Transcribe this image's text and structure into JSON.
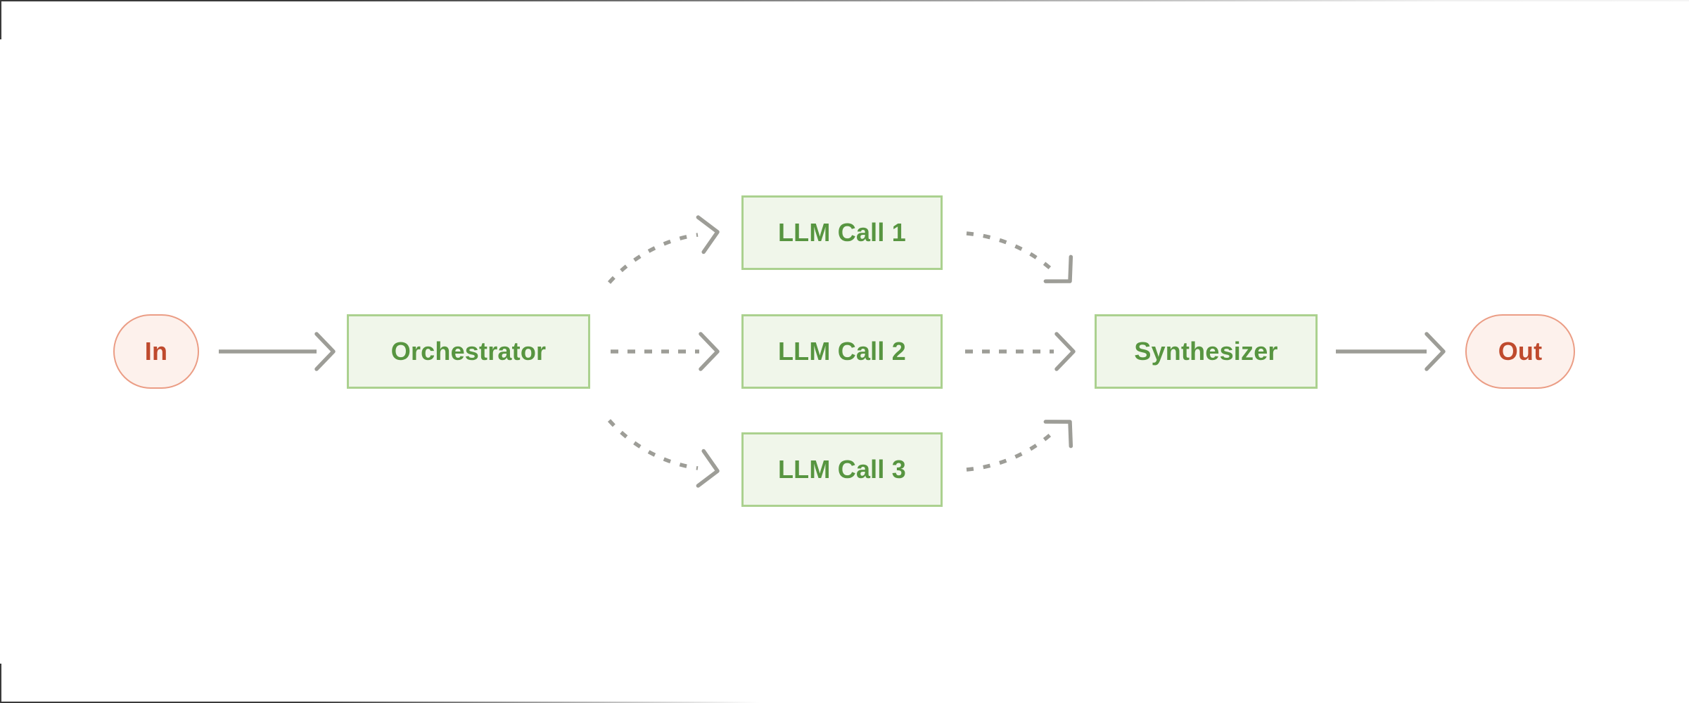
{
  "nodes": {
    "input": {
      "label": "In"
    },
    "orchestrator": {
      "label": "Orchestrator"
    },
    "llm_call_1": {
      "label": "LLM Call 1"
    },
    "llm_call_2": {
      "label": "LLM Call 2"
    },
    "llm_call_3": {
      "label": "LLM Call 3"
    },
    "synthesizer": {
      "label": "Synthesizer"
    },
    "output": {
      "label": "Out"
    }
  },
  "edges": [
    {
      "from": "In",
      "to": "Orchestrator",
      "style": "solid"
    },
    {
      "from": "Orchestrator",
      "to": "LLM Call 1",
      "style": "dashed"
    },
    {
      "from": "Orchestrator",
      "to": "LLM Call 2",
      "style": "dashed"
    },
    {
      "from": "Orchestrator",
      "to": "LLM Call 3",
      "style": "dashed"
    },
    {
      "from": "LLM Call 1",
      "to": "Synthesizer",
      "style": "dashed"
    },
    {
      "from": "LLM Call 2",
      "to": "Synthesizer",
      "style": "dashed"
    },
    {
      "from": "LLM Call 3",
      "to": "Synthesizer",
      "style": "dashed"
    },
    {
      "from": "Synthesizer",
      "to": "Out",
      "style": "solid"
    }
  ],
  "colors": {
    "green-fill": "#f0f6ea",
    "green-border": "#abd18f",
    "green-text": "#579540",
    "red-fill": "#fdf1ec",
    "red-border": "#eb9d85",
    "red-text": "#bf4a2d",
    "arrow-gray": "#9d9d97",
    "frame-line": "#3a3a3a",
    "background": "#ffffff"
  }
}
